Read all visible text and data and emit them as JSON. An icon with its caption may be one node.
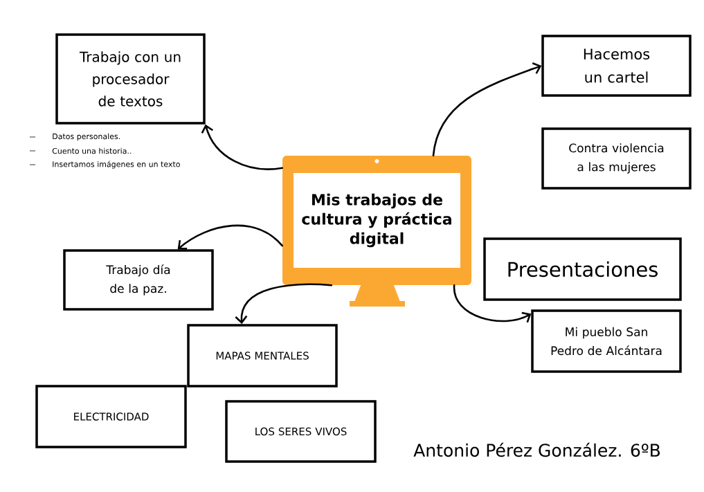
{
  "diagram": {
    "nodes": [
      {
        "text": [
          "Mis trabajos de cultura y práctica digital"
        ]
      },
      {
        "text": [
          "Trabajo con un procesador de textos"
        ],
        "beside": [
          "Datos personales.",
          "Cuento una historia..",
          "Insertamos imágenes en un texto"
        ]
      },
      {
        "text": [
          "Hacemos un cartel"
        ]
      },
      {
        "text": [
          "Contra violencia a las mujeres"
        ]
      },
      {
        "text": [
          "Trabajo día de la paz."
        ]
      },
      {
        "text": [
          "Presentaciones"
        ]
      },
      {
        "text": [
          "Mi pueblo San Pedro de Alcántara"
        ]
      },
      {
        "text": [
          "MAPAS MENTALES"
        ]
      },
      {
        "text": [
          "ELECTRICIDAD"
        ]
      },
      {
        "text": [
          "LOS SERES VIVOS"
        ]
      }
    ],
    "edges": [
      {
        "from": 0,
        "to": 1,
        "arrow": "to"
      },
      {
        "from": 0,
        "to": 2,
        "arrow": "to"
      },
      {
        "from": 0,
        "to": 4,
        "arrow": "to"
      },
      {
        "from": 0,
        "to": 7,
        "arrow": "to"
      },
      {
        "from": 0,
        "to": 6,
        "arrow": "to"
      }
    ],
    "labels": [
      "Antonio Pérez González.  6ºB"
    ]
  }
}
